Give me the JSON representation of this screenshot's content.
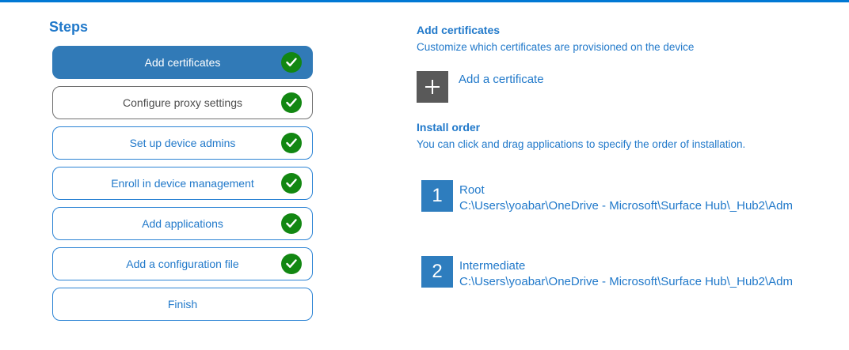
{
  "colors": {
    "accent": "#0078d4",
    "selected_step_bg": "#317ab7",
    "step_border_blue": "#2b83d4",
    "text_blue": "#2179ca",
    "check_green": "#128712",
    "add_tile_gray": "#595959",
    "order_tile_blue": "#2e7dbe",
    "neutral_border": "#707070",
    "neutral_text": "#4d4d4d"
  },
  "steps_panel": {
    "title": "Steps",
    "items": [
      {
        "label": "Add certificates",
        "state": "selected",
        "completed": true
      },
      {
        "label": "Configure proxy settings",
        "state": "neutral",
        "completed": true
      },
      {
        "label": "Set up device admins",
        "state": "normal",
        "completed": true
      },
      {
        "label": "Enroll in device management",
        "state": "normal",
        "completed": true
      },
      {
        "label": "Add applications",
        "state": "normal",
        "completed": true
      },
      {
        "label": "Add a configuration file",
        "state": "normal",
        "completed": true
      },
      {
        "label": "Finish",
        "state": "normal",
        "completed": false
      }
    ]
  },
  "content": {
    "section_title": "Add certificates",
    "section_description": "Customize which certificates are provisioned on the device",
    "add_certificate": {
      "label": "Add a certificate",
      "icon": "plus-icon"
    },
    "install_order": {
      "title": "Install order",
      "description": "You can click and drag applications to specify the order of installation.",
      "items": [
        {
          "number": "1",
          "name": "Root",
          "path": "C:\\Users\\yoabar\\OneDrive - Microsoft\\Surface Hub\\_Hub2\\Adm"
        },
        {
          "number": "2",
          "name": "Intermediate",
          "path": "C:\\Users\\yoabar\\OneDrive - Microsoft\\Surface Hub\\_Hub2\\Adm"
        }
      ]
    }
  }
}
